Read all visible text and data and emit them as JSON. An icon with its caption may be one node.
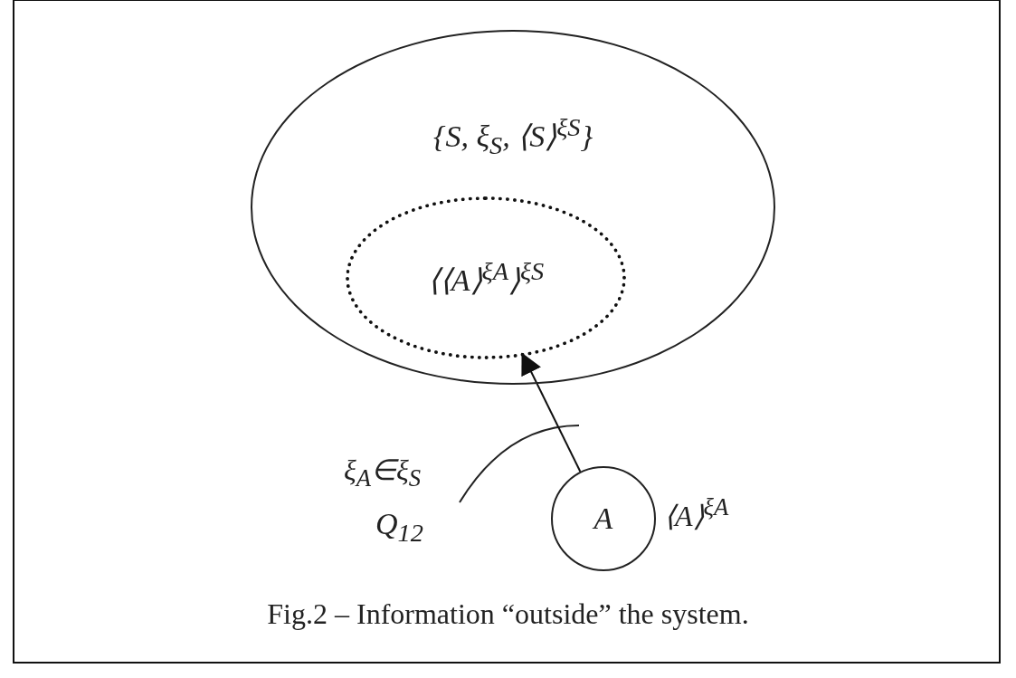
{
  "diagram": {
    "caption": "Fig.2 – Information “outside” the system.",
    "nodes": [
      {
        "text": [
          "{S, ξ$_{S}$, ⟨S⟩$^{ξS}$}"
        ]
      },
      {
        "text": [
          "⟨⟨A⟩$^{ξA}$⟩$^{ξS}$"
        ],
        "in": 0
      },
      {
        "text": [
          "A"
        ],
        "beside": [
          "⟨A⟩$^{ξA}$"
        ]
      }
    ],
    "edges": [
      {
        "from": 2,
        "to": 1,
        "arrow": "to"
      }
    ],
    "labels": [
      "ξ$_{A}$∈ξ$_{S}$",
      "Q$_{12}$"
    ]
  }
}
